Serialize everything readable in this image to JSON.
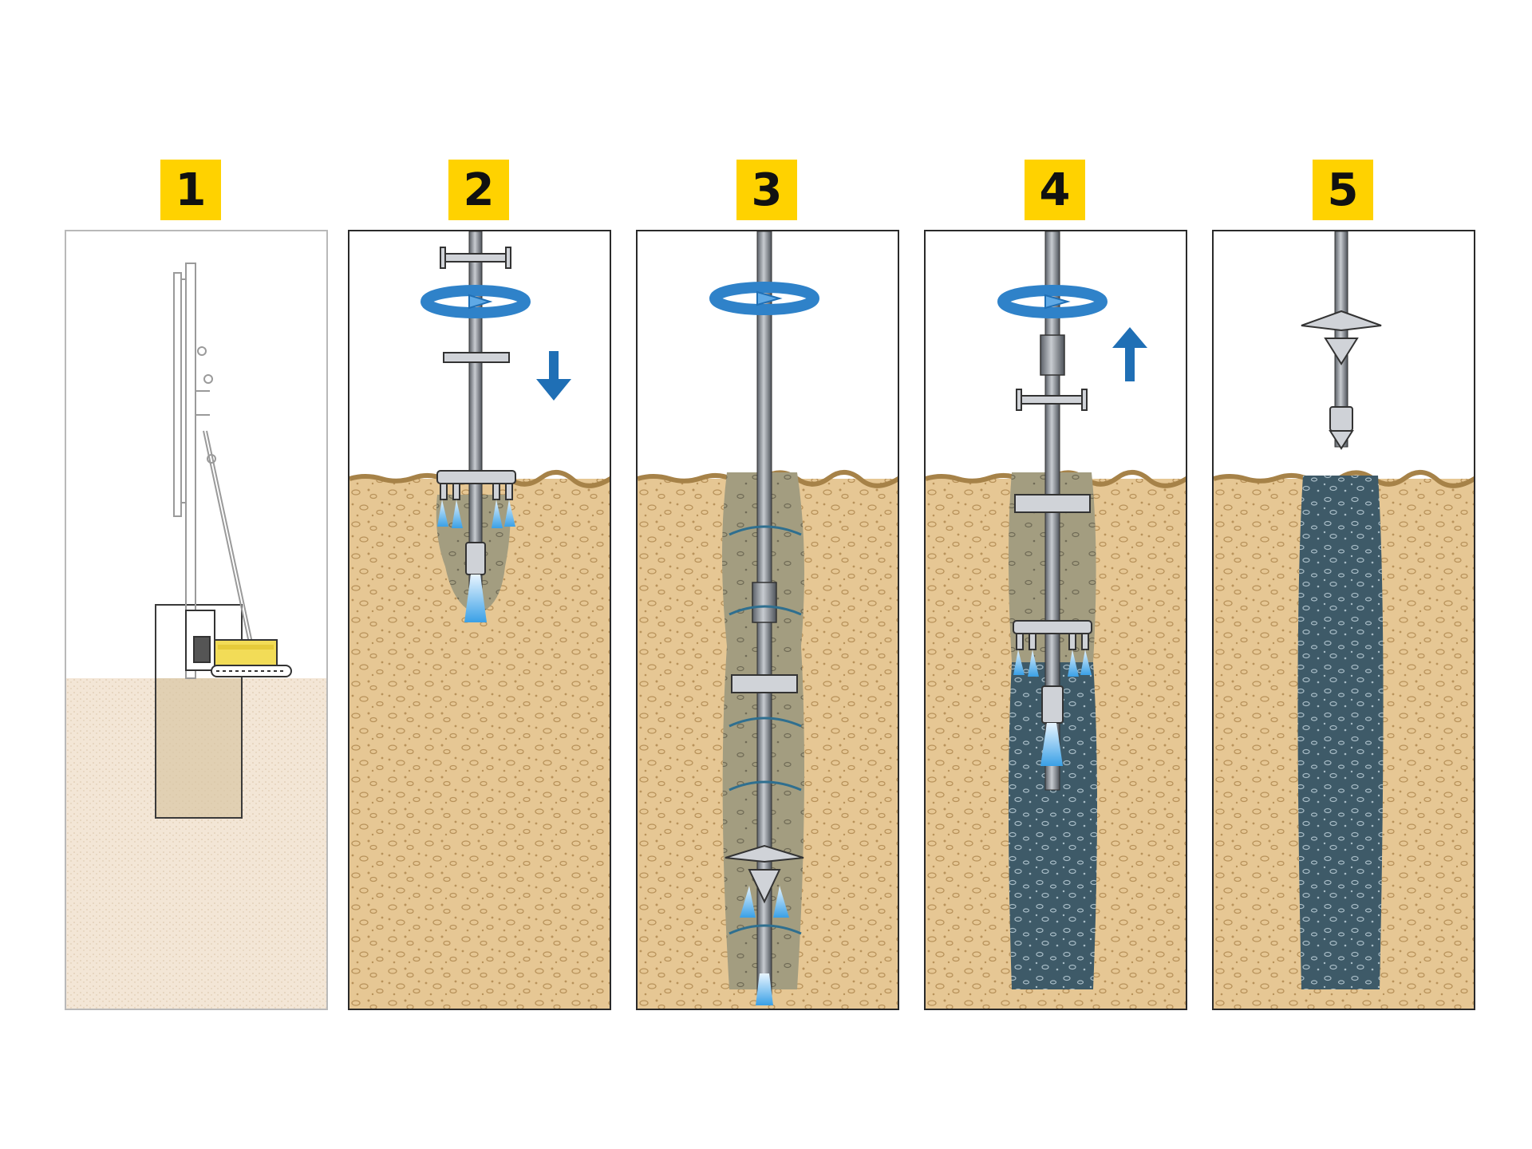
{
  "steps": [
    {
      "number": "1"
    },
    {
      "number": "2"
    },
    {
      "number": "3"
    },
    {
      "number": "4"
    },
    {
      "number": "5"
    }
  ],
  "colors": {
    "badge": "#ffd200",
    "soil": "#e6c794",
    "soil_speckle": "#c9a46b",
    "grout_mix": "#9a9478",
    "column": "#3e5a68",
    "jet": "#5fb4ea",
    "arrow": "#1f6fb5",
    "rig_body": "#f2dc57"
  },
  "icons": [
    "rotation-arrow-icon",
    "down-arrow-icon",
    "up-arrow-icon",
    "drilling-rig-icon"
  ]
}
